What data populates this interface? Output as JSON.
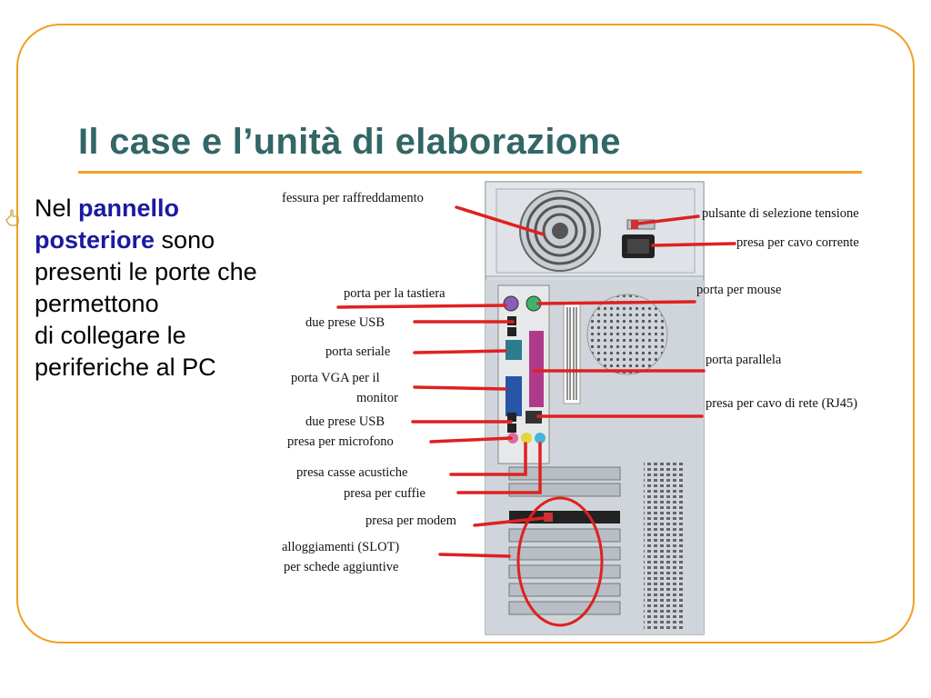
{
  "slide": {
    "title": "Il case e l’unità di elaborazione",
    "bullet_icon": "hand-pointer-icon",
    "text": {
      "t1": "Nel ",
      "t2": "pannello",
      "t3": "posteriore",
      "t4": " sono",
      "t5": "presenti le porte che",
      "t6": "permettono",
      "t7": "di collegare le",
      "t8": "periferiche al PC"
    }
  },
  "figure": {
    "labels": {
      "fan_slot": "fessura per raffreddamento",
      "voltage_switch": "pulsante di selezione tensione",
      "power_socket": "presa per cavo corrente",
      "keyboard_port": "porta per la tastiera",
      "mouse_port": "porta per mouse",
      "usb_top": "due prese USB",
      "serial_port": "porta seriale",
      "parallel_port": "porta parallela",
      "vga_line1": "porta VGA per il",
      "vga_line2": "monitor",
      "network_port": "presa per cavo di rete (RJ45)",
      "usb_bottom": "due prese USB",
      "mic_jack": "presa per microfono",
      "speaker_jack": "presa casse acustiche",
      "headphone_jack": "presa per  cuffie",
      "modem_jack": "presa per modem",
      "slots_line1": "alloggiamenti (SLOT)",
      "slots_line2": "per schede aggiuntive"
    },
    "colors": {
      "pointer": "#e02020",
      "slot_highlight": "#e02020",
      "case_body": "#d8dde3"
    }
  }
}
